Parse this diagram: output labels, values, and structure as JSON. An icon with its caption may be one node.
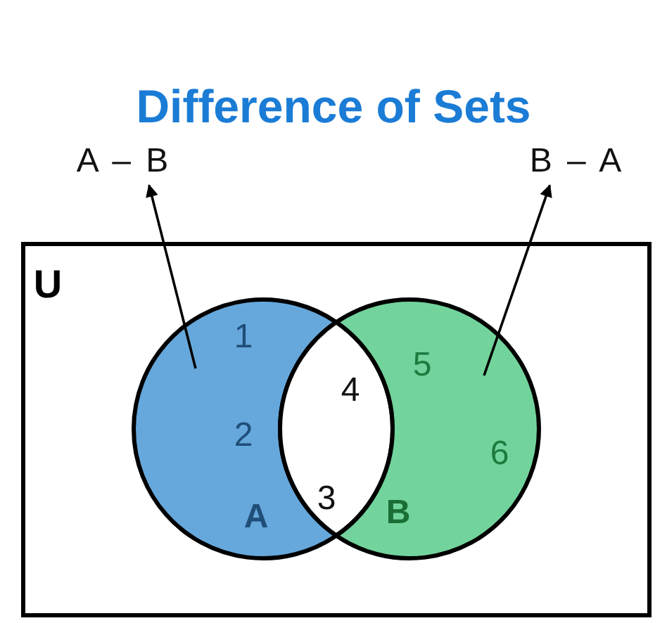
{
  "diagram": {
    "title": "Difference of Sets",
    "nodes": [
      {
        "text": [
          "U"
        ]
      },
      {
        "text": [
          "1",
          "2",
          "A"
        ],
        "in": 0
      },
      {
        "text": [
          "4",
          "3"
        ],
        "in": 0
      },
      {
        "text": [
          "5",
          "6",
          "B"
        ],
        "in": 0
      },
      {
        "text": [
          "A – B"
        ]
      },
      {
        "text": [
          "B – A"
        ]
      }
    ],
    "edges": [
      {
        "from": 1,
        "to": 4,
        "arrow": "to"
      },
      {
        "from": 3,
        "to": 5,
        "arrow": "to"
      }
    ]
  }
}
